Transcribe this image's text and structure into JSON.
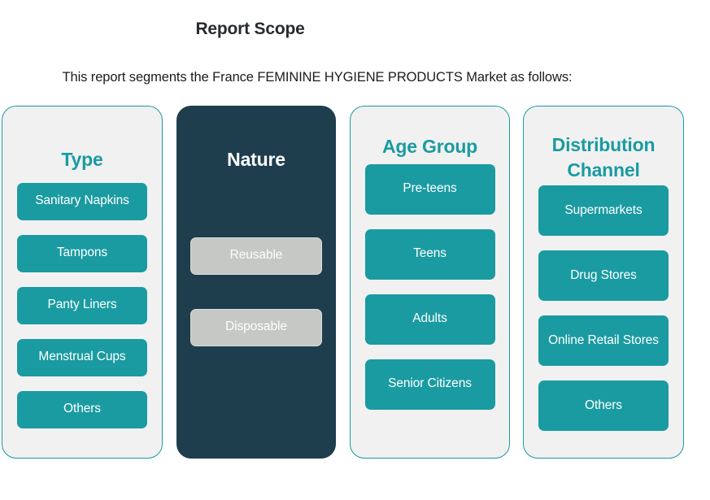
{
  "header": {
    "title": "Report Scope",
    "subtitle": "This report segments the France FEMININE HYGIENE PRODUCTS Market as follows:"
  },
  "colors": {
    "teal": "#1a9ba1",
    "dark_navy": "#1e3e4d",
    "card_light_bg": "#f1f1f1",
    "pill_gray": "#c6c8c6",
    "title_text": "#262b31"
  },
  "columns": [
    {
      "title": "Type",
      "style": "light",
      "items": [
        {
          "label": "Sanitary Napkins"
        },
        {
          "label": "Tampons"
        },
        {
          "label": "Panty Liners"
        },
        {
          "label": "Menstrual Cups"
        },
        {
          "label": "Others"
        }
      ]
    },
    {
      "title": "Nature",
      "style": "dark",
      "items": [
        {
          "label": "Reusable"
        },
        {
          "label": "Disposable"
        }
      ]
    },
    {
      "title": "Age Group",
      "style": "light",
      "items": [
        {
          "label": "Pre-teens"
        },
        {
          "label": "Teens"
        },
        {
          "label": "Adults"
        },
        {
          "label": "Senior Citizens"
        }
      ]
    },
    {
      "title": "Distribution Channel",
      "style": "light",
      "items": [
        {
          "label": "Supermarkets"
        },
        {
          "label": "Drug Stores"
        },
        {
          "label": "Online Retail Stores"
        },
        {
          "label": "Others"
        }
      ]
    }
  ]
}
